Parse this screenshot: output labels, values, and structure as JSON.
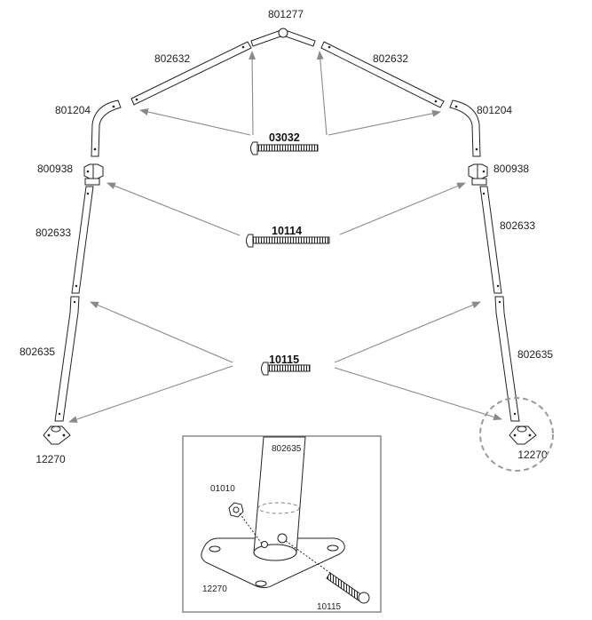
{
  "labels": {
    "top_connector": "801277",
    "rafter_left": "802632",
    "rafter_right": "802632",
    "elbow_left": "801204",
    "elbow_right": "801204",
    "bracket_left": "800938",
    "bracket_right": "800938",
    "upper_leg_left": "802633",
    "upper_leg_right": "802633",
    "lower_leg_left": "802635",
    "lower_leg_right": "802635",
    "foot_left": "12270",
    "foot_right": "12270"
  },
  "bolts": {
    "top": "03032",
    "middle": "10114",
    "bottom": "10115"
  },
  "detail": {
    "tube": "802635",
    "nut": "01010",
    "foot": "12270",
    "bolt": "10115"
  },
  "colors": {
    "line": "#222222",
    "arrow": "#8a8a8a",
    "frame": "#888888",
    "callout_circle": "#9a9a9a"
  }
}
